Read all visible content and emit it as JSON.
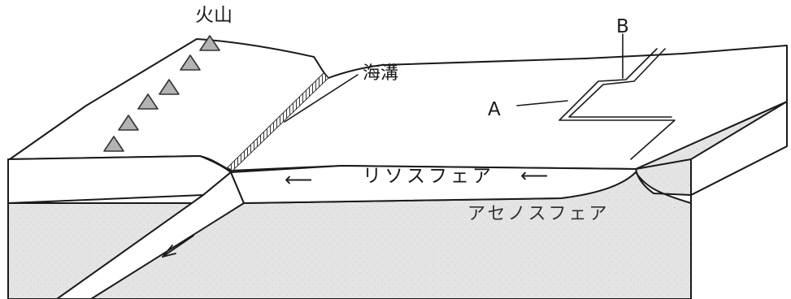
{
  "labels": {
    "volcano": "火山",
    "trench": "海溝",
    "point_a": "A",
    "point_b": "B",
    "lithosphere": "リソスフェア",
    "asthenosphere": "アセノスフェア"
  },
  "glyphs": {
    "left_arrow": "⟵"
  },
  "colors": {
    "line": "#1a1a1a",
    "surface": "#ffffff",
    "mantle_fill": "#e6e6e6",
    "volcano_fill": "#b3b3b3"
  }
}
